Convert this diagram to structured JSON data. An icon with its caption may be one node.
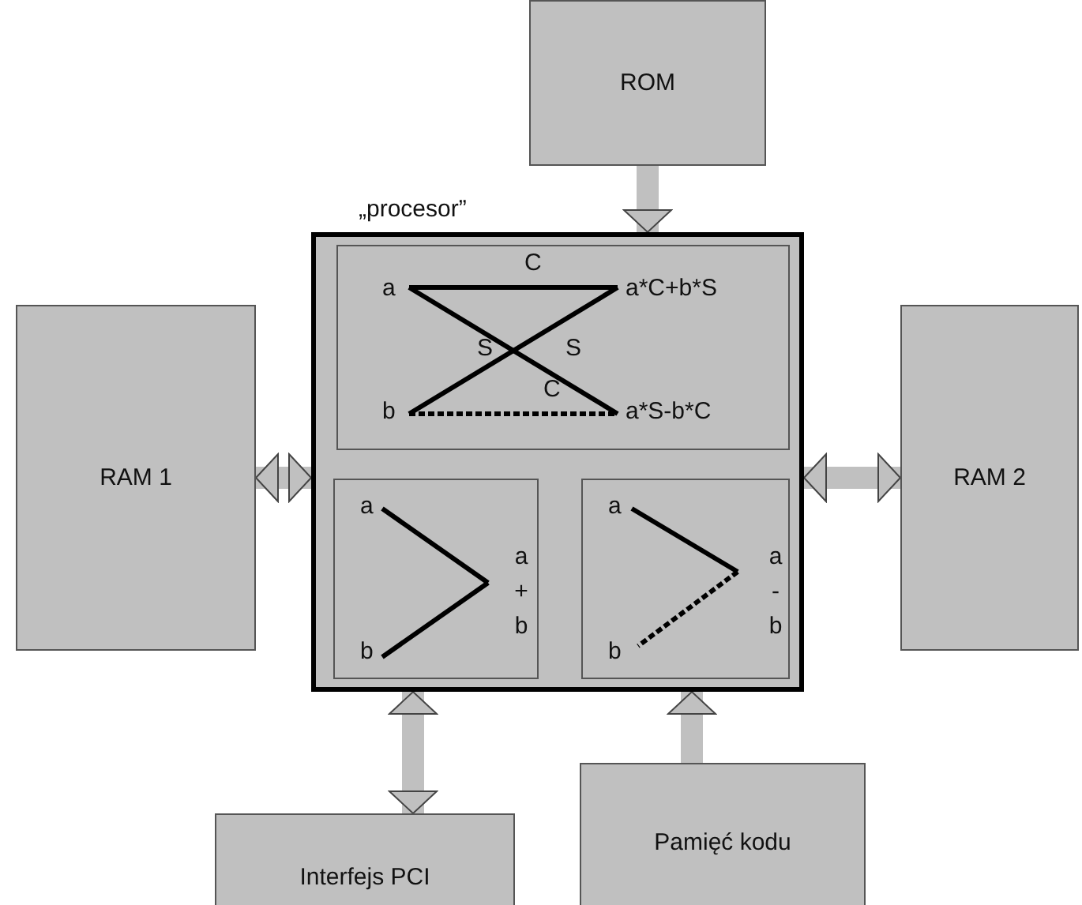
{
  "diagram": {
    "nodes": [
      {
        "text": [
          "ROM"
        ]
      },
      {
        "text": [
          "„procesor”"
        ]
      },
      {
        "text": [
          "a",
          "C",
          "a*C+b*S",
          "S",
          "S",
          "b",
          "C",
          "a*S-b*C"
        ],
        "in": 1
      },
      {
        "text": [
          "a",
          "a + b",
          "b"
        ],
        "in": 1
      },
      {
        "text": [
          "a",
          "a - b",
          "b"
        ],
        "in": 1
      },
      {
        "text": [
          "RAM 1"
        ]
      },
      {
        "text": [
          "RAM 2"
        ]
      },
      {
        "text": [
          "Interfejs PCI"
        ]
      },
      {
        "text": [
          "Pamięć kodu"
        ]
      }
    ],
    "edges": [
      {
        "from": 0,
        "to": 1,
        "arrow": "to"
      },
      {
        "from": 5,
        "to": 1,
        "arrow": "both"
      },
      {
        "from": 1,
        "to": 6,
        "arrow": "both"
      },
      {
        "from": 1,
        "to": 7,
        "arrow": "both"
      },
      {
        "from": 8,
        "to": 1,
        "arrow": "to"
      }
    ]
  }
}
